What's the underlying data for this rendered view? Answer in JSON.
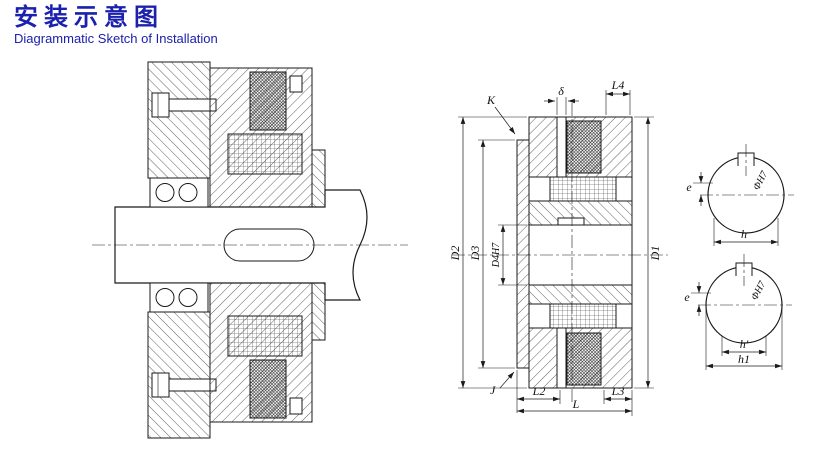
{
  "header": {
    "title": "安装示意图",
    "subtitle": "Diagrammatic Sketch of Installation"
  },
  "colors": {
    "accent_blue": "#1b20ad",
    "line": "#1a1a1a",
    "background": "#ffffff"
  },
  "section_view": {
    "dimension_labels": {
      "K": "K",
      "delta": "δ",
      "L4": "L4",
      "D2": "D2",
      "D3": "D3",
      "D4H7": "D4H7",
      "D1": "D1",
      "J": "J",
      "L2": "L2",
      "L": "L",
      "L3": "L3"
    }
  },
  "bore_details": {
    "top": {
      "bore": "ΦH7",
      "offset": "e",
      "width": "h"
    },
    "bottom": {
      "bore": "ΦH7",
      "offset": "e",
      "depth": "h'",
      "width": "h1"
    }
  }
}
